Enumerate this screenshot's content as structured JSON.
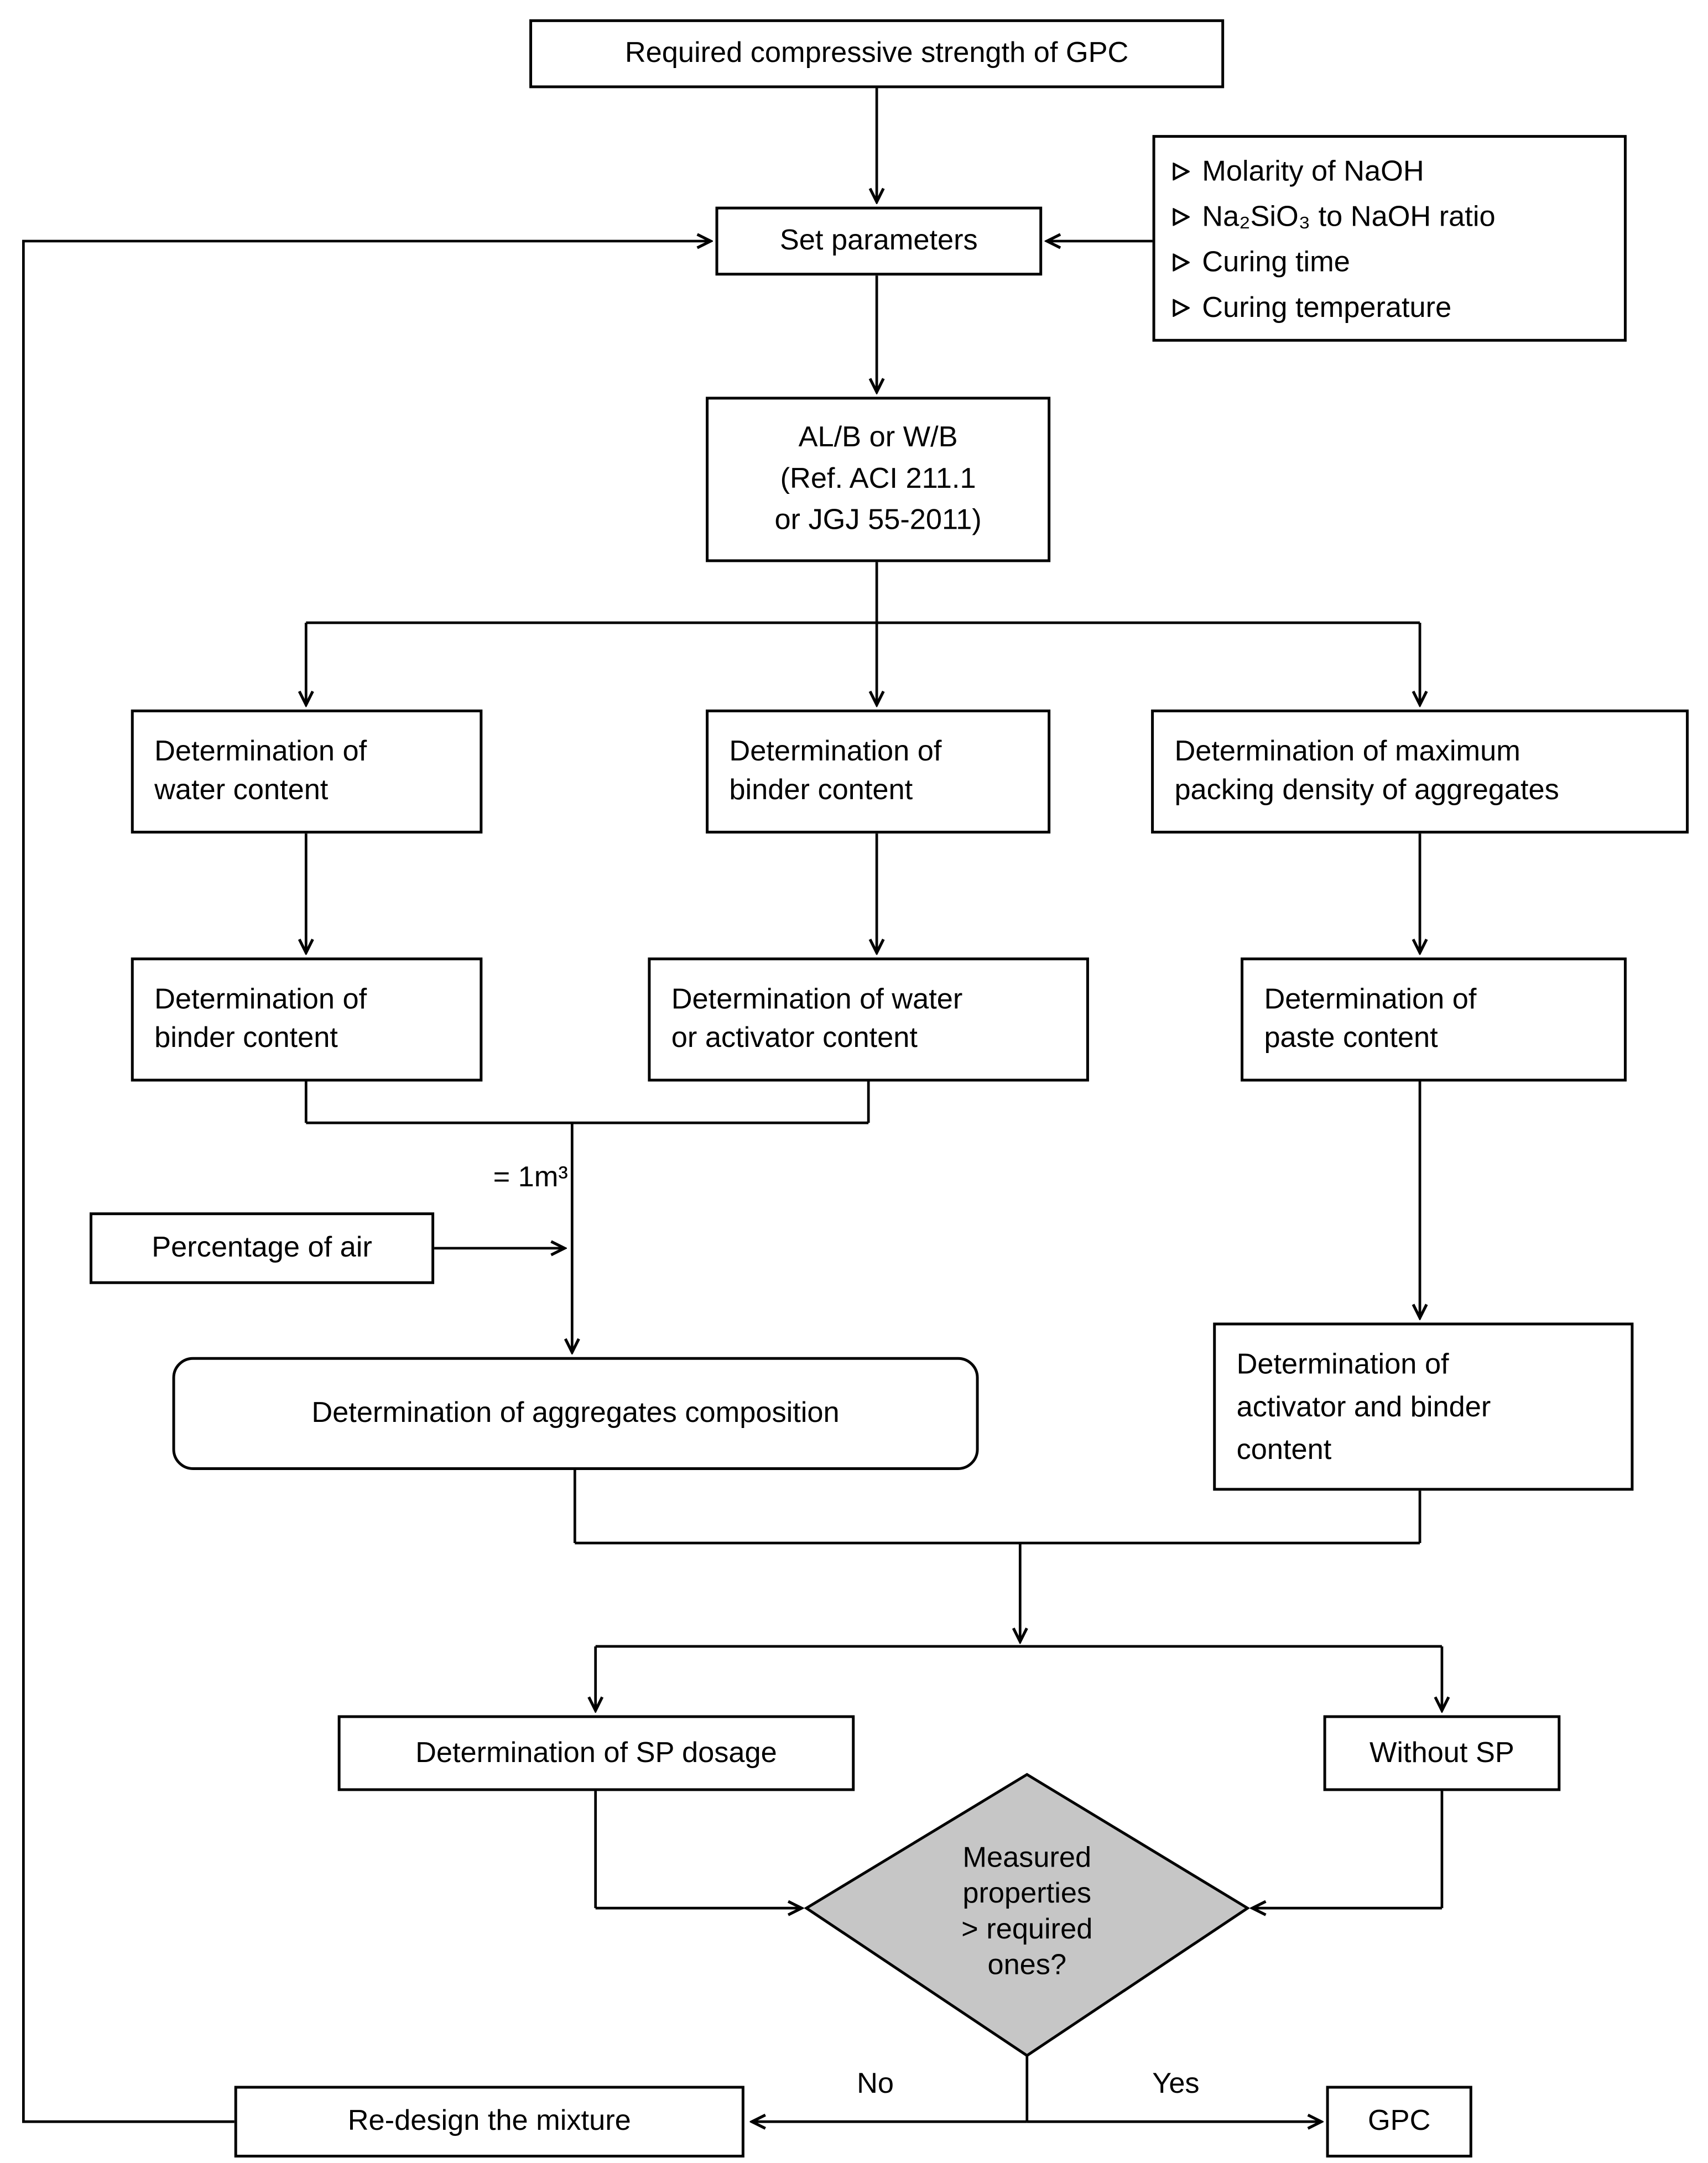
{
  "nodes": {
    "required_strength": {
      "label": "Required compressive strength of GPC"
    },
    "set_parameters": {
      "label": "Set parameters"
    },
    "parameters_list": {
      "items": [
        "Molarity of NaOH",
        "Na₂SiO₃ to NaOH ratio",
        "Curing time",
        "Curing temperature"
      ]
    },
    "al_b": {
      "lines": [
        "AL/B or W/B",
        "(Ref. ACI 211.1",
        "or JGJ 55-2011)"
      ]
    },
    "det_water": {
      "lines": [
        "Determination of",
        "water content"
      ]
    },
    "det_binder_center": {
      "lines": [
        "Determination of",
        "binder content"
      ]
    },
    "det_max_packing": {
      "lines": [
        "Determination of maximum",
        "packing density of aggregates"
      ]
    },
    "det_binder_left": {
      "lines": [
        "Determination of",
        "binder content"
      ]
    },
    "det_water_or_activator": {
      "lines": [
        "Determination of water",
        "or activator content"
      ]
    },
    "det_paste": {
      "lines": [
        "Determination of",
        "paste content"
      ]
    },
    "percentage_air": {
      "label": "Percentage of air"
    },
    "agg_composition": {
      "label": "Determination of aggregates composition"
    },
    "det_activator_binder": {
      "lines": [
        "Determination of",
        "activator and binder",
        "content"
      ]
    },
    "sp_dosage": {
      "label": "Determination of SP dosage"
    },
    "without_sp": {
      "label": "Without SP"
    },
    "decision": {
      "lines": [
        "Measured",
        "properties",
        "> required",
        "ones?"
      ]
    },
    "redesign": {
      "label": "Re-design the mixture"
    },
    "gpc": {
      "label": "GPC"
    }
  },
  "edge_labels": {
    "volume": "= 1m³",
    "no": "No",
    "yes": "Yes"
  },
  "colors": {
    "diamond_fill": "#c6c6c6",
    "line": "#000000",
    "box_background": "#ffffff"
  }
}
